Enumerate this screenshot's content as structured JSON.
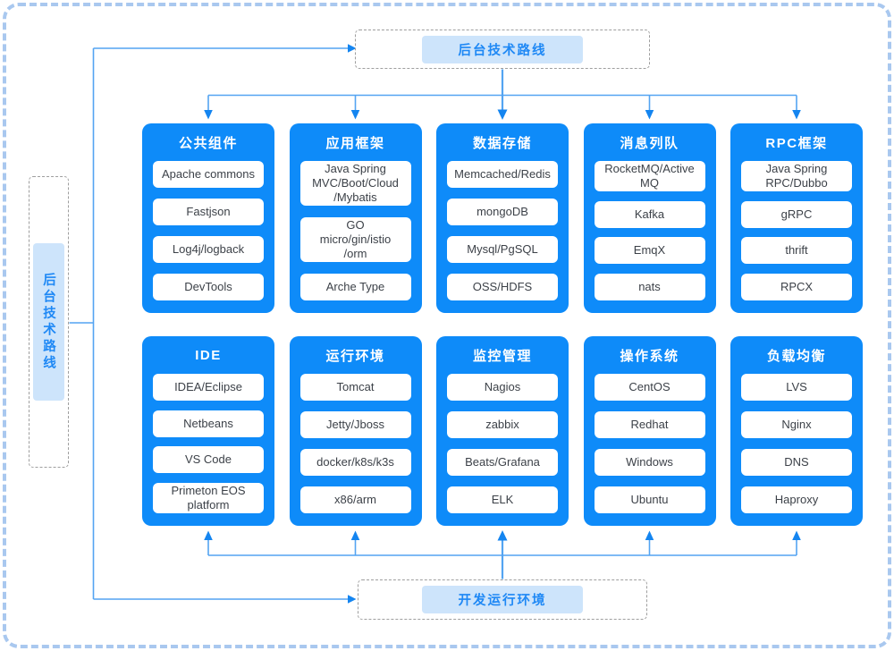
{
  "colors": {
    "card_bg": "#0e8bf9",
    "card_title_text": "#ffffff",
    "item_bg": "#ffffff",
    "item_text": "#3c4148",
    "label_pill_bg": "#cde4fb",
    "label_pill_text": "#1e88f5",
    "connector_line": "#54a4f2",
    "connector_arrow": "#1485f0",
    "dashed_box_border": "#9e9e9e",
    "outer_frame_border": "#a9c8ef"
  },
  "labels": {
    "top": "后台技术路线",
    "left": "后台技术路线",
    "bottom": "开发运行环境"
  },
  "rows": [
    {
      "cards": [
        {
          "title": "公共组件",
          "items": [
            "Apache commons",
            "Fastjson",
            "Log4j/logback",
            "DevTools"
          ]
        },
        {
          "title": "应用框架",
          "items": [
            "Java Spring\nMVC/Boot/Cloud\n/Mybatis",
            "GO\nmicro/gin/istio\n/orm",
            "Arche Type"
          ]
        },
        {
          "title": "数据存储",
          "items": [
            "Memcached/Redis",
            "mongoDB",
            "Mysql/PgSQL",
            "OSS/HDFS"
          ]
        },
        {
          "title": "消息列队",
          "items": [
            "RocketMQ/Active\nMQ",
            "Kafka",
            "EmqX",
            "nats"
          ]
        },
        {
          "title": "RPC框架",
          "items": [
            "Java Spring\nRPC/Dubbo",
            "gRPC",
            "thrift",
            "RPCX"
          ]
        }
      ]
    },
    {
      "cards": [
        {
          "title": "IDE",
          "items": [
            "IDEA/Eclipse",
            "Netbeans",
            "VS Code",
            "Primeton EOS\nplatform"
          ]
        },
        {
          "title": "运行环境",
          "items": [
            "Tomcat",
            "Jetty/Jboss",
            "docker/k8s/k3s",
            "x86/arm"
          ]
        },
        {
          "title": "监控管理",
          "items": [
            "Nagios",
            "zabbix",
            "Beats/Grafana",
            "ELK"
          ]
        },
        {
          "title": "操作系统",
          "items": [
            "CentOS",
            "Redhat",
            "Windows",
            "Ubuntu"
          ]
        },
        {
          "title": "负载均衡",
          "items": [
            "LVS",
            "Nginx",
            "DNS",
            "Haproxy"
          ]
        }
      ]
    }
  ]
}
